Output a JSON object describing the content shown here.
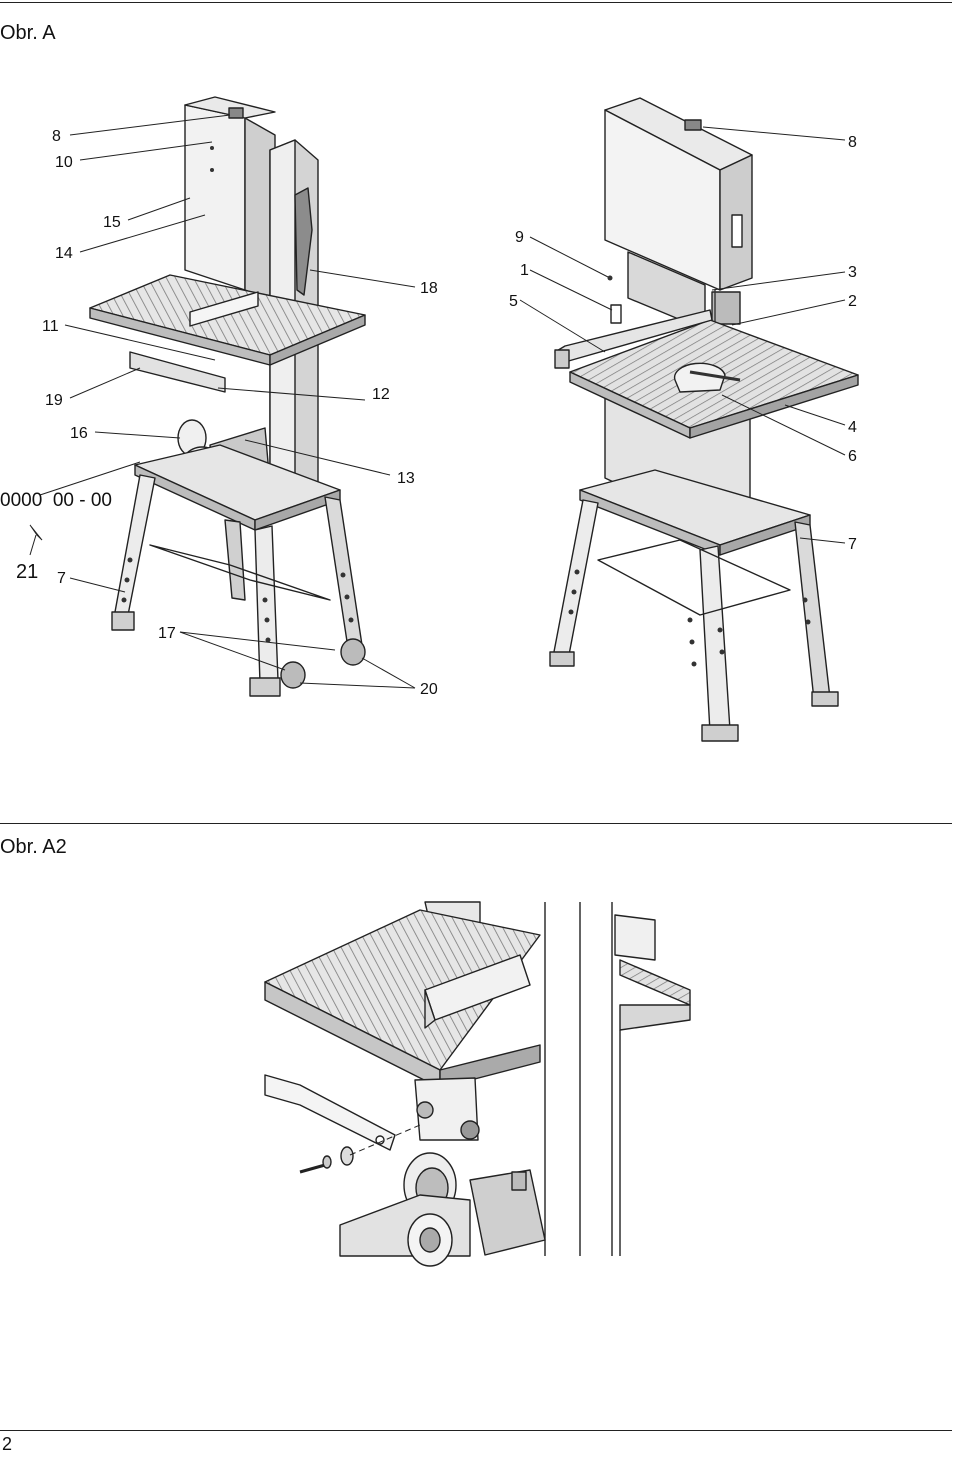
{
  "figure_a": {
    "title": "Obr. A",
    "callouts_left": [
      "8",
      "10",
      "15",
      "14",
      "11",
      "19",
      "16",
      "18",
      "12",
      "13",
      "7",
      "17",
      "20"
    ],
    "serial": "0000  00 - 00",
    "serial_ref": "21",
    "callouts_right": [
      "9",
      "1",
      "5",
      "8",
      "3",
      "2",
      "4",
      "6",
      "7"
    ]
  },
  "figure_a2": {
    "title": "Obr. A2"
  },
  "page_number": "2"
}
